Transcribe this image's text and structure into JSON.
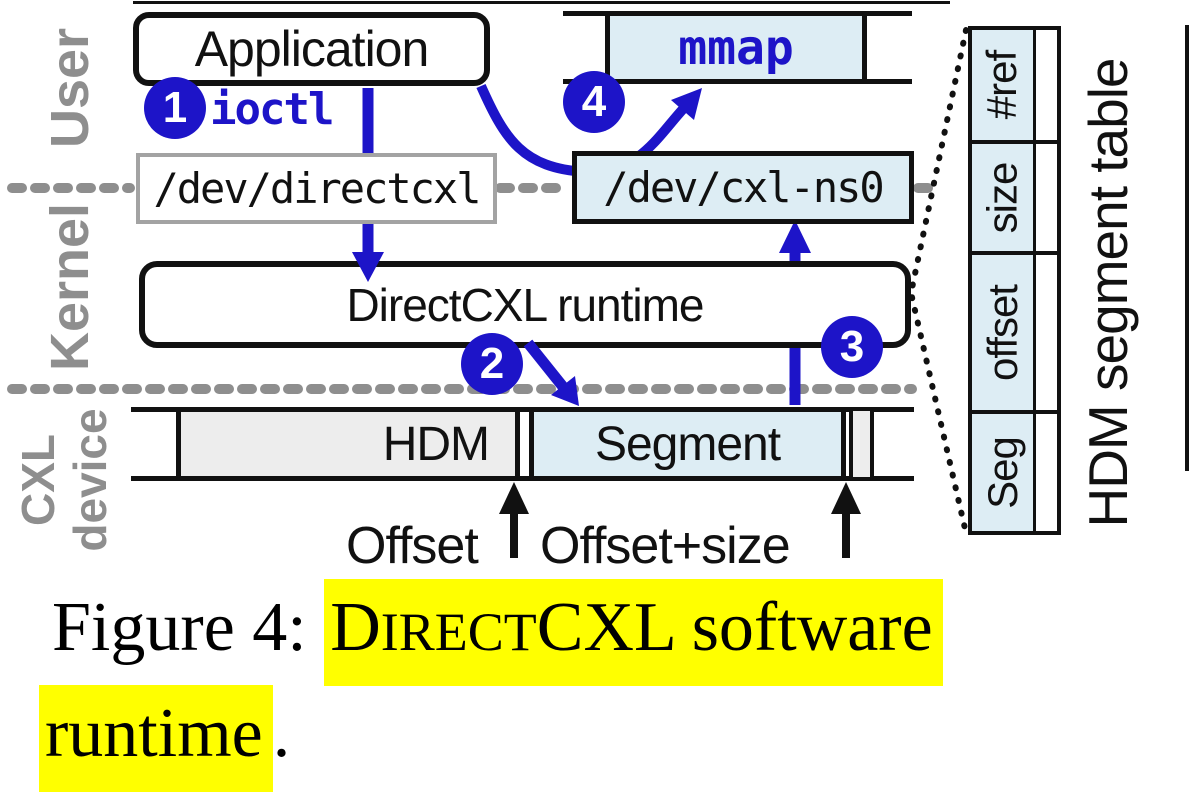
{
  "figure": {
    "layers": {
      "user": "User",
      "kernel": "Kernel",
      "device_line1": "CXL",
      "device_line2": "device"
    },
    "boxes": {
      "application": "Application",
      "mmap": "mmap",
      "dev_directcxl": "/dev/directcxl",
      "dev_cxl_ns0": "/dev/cxl-ns0",
      "runtime": "DirectCXL runtime",
      "hdm": "HDM",
      "segment": "Segment"
    },
    "labels": {
      "ioctl": "ioctl",
      "offset": "Offset",
      "offset_size": "Offset+size"
    },
    "steps": [
      "1",
      "2",
      "3",
      "4"
    ],
    "segment_table": {
      "title": "HDM segment table",
      "rows": [
        "#ref",
        "size",
        "offset",
        "Seg"
      ]
    },
    "colors": {
      "accent_blue": "#1d14c8",
      "light_blue": "#ddedf4",
      "light_gray": "#ededed",
      "label_gray": "#8e8e8e",
      "highlight_yellow": "#ffff00"
    }
  },
  "caption": {
    "prefix": "Figure 4: ",
    "name_d": "D",
    "name_irect": "IRECT",
    "name_cxl": "CXL",
    "name_rest": " software",
    "line2": "runtime",
    "suffix": "."
  }
}
